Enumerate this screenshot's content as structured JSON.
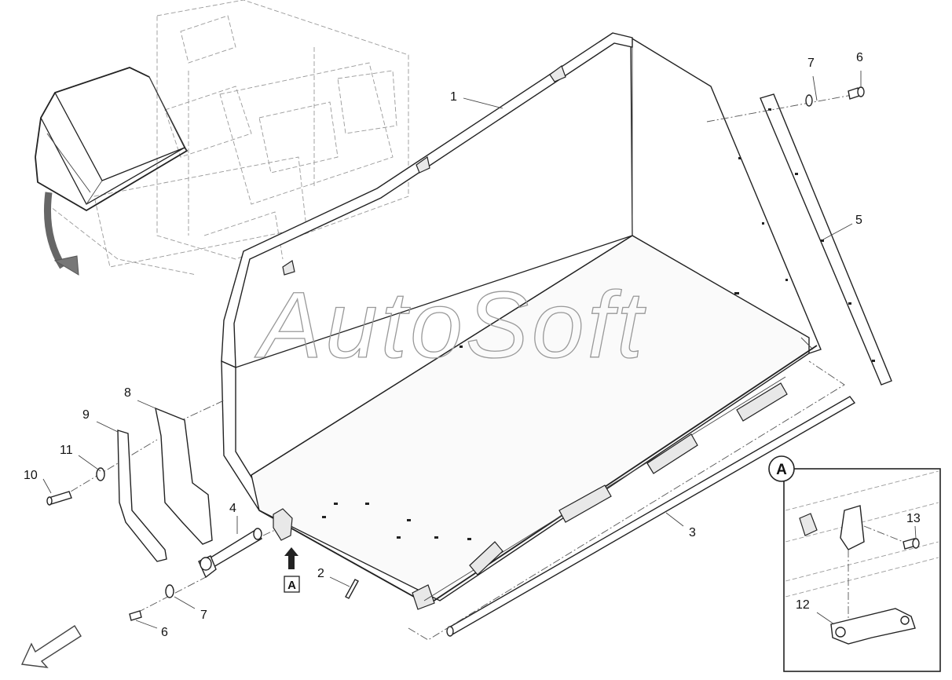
{
  "watermark": "AutoSoft",
  "detail_label": "A",
  "view_marker": "A",
  "callouts": {
    "c1": "1",
    "c2": "2",
    "c3": "3",
    "c4": "4",
    "c5": "5",
    "c6_top": "6",
    "c6_bottom": "6",
    "c7_top": "7",
    "c7_bottom": "7",
    "c8": "8",
    "c9": "9",
    "c10": "10",
    "c11": "11",
    "c12": "12",
    "c13": "13"
  }
}
